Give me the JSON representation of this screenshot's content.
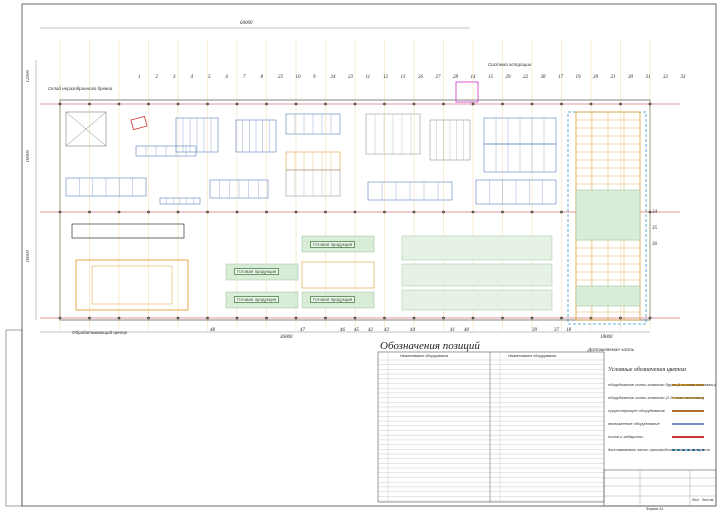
{
  "drawing": {
    "table_title": "Обозначения позиций",
    "legend_title": "Условные обозначения цветом",
    "legend_items": [
      {
        "label": "оборудование линии главного брусо (1-я стан поставки)",
        "color": "#e0a030"
      },
      {
        "label": "оборудование линии главного (2-й стан поставки)",
        "color": "#e8c060"
      },
      {
        "label": "существующее оборудование",
        "color": "#b07030"
      },
      {
        "label": "вновьменное оборудование",
        "color": "#7090c0"
      },
      {
        "label": "линия и габариты",
        "color": "#cc3333"
      },
      {
        "label": "доставляемая часть производственного помещения",
        "color": "#3399cc"
      }
    ],
    "callout_top": "Система аспирации",
    "callout_left": "Склад неразобранного бревна",
    "callout_bottom_left": "Обрабатывающий центр",
    "callout_bottom_right": "Доставляемая часть",
    "zone_labels": [
      "Готовая продукция",
      "Готовая продукция",
      "Готовая продукция",
      "Готовая продукция"
    ],
    "top_numbers": [
      "1",
      "2",
      "3",
      "4",
      "5",
      "6",
      "7",
      "8",
      "25",
      "10",
      "9",
      "24",
      "23",
      "11",
      "12",
      "13",
      "26",
      "27",
      "28",
      "14",
      "15",
      "29",
      "22",
      "38",
      "17",
      "19",
      "20",
      "21",
      "30",
      "31",
      "32",
      "33"
    ],
    "bottom_numbers": [
      "48",
      "47",
      "46",
      "45",
      "42",
      "43",
      "44",
      "41",
      "40",
      "39",
      "18",
      "37"
    ],
    "right_numbers": [
      "34",
      "35",
      "36"
    ],
    "dimensions": [
      "60000",
      "36000",
      "18000",
      "18000",
      "12000",
      "18000"
    ],
    "table_header_left": "Наименование оборудования",
    "table_header_right": "Наименование оборудования",
    "title_block": {
      "sheet": "Лист",
      "sheets": "Листов",
      "format": "Формат А1"
    }
  },
  "colors": {
    "grid": "#cc3333",
    "frame": "#333333",
    "orange": "#e0a030",
    "blue": "#5a80c0",
    "green": "#88bb88",
    "magenta": "#cc33cc"
  }
}
